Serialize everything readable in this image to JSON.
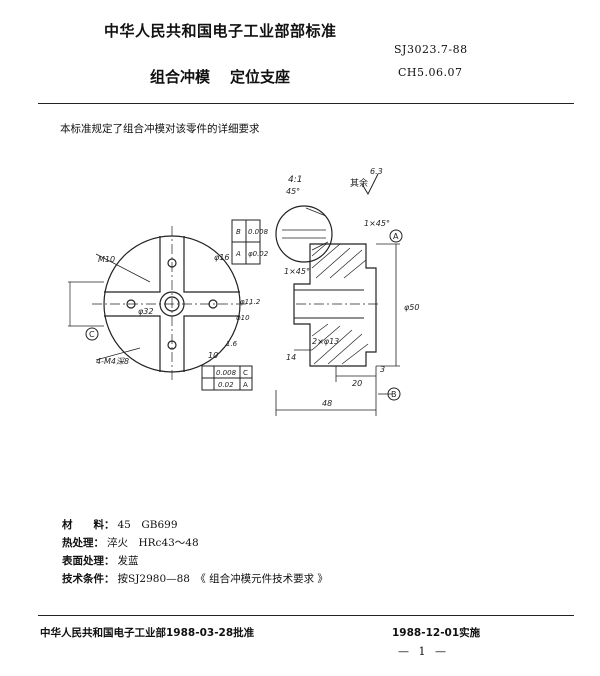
{
  "header": {
    "issuer": "中华人民共和国电子工业部部标准",
    "standard_no": "SJ3023.7-88",
    "class_no": "CH5.06.07"
  },
  "title": {
    "main": "组合冲模",
    "sub": "定位支座"
  },
  "intro": "本标准规定了组合冲模对该零件的详细要求",
  "drawing": {
    "scale": "4:1",
    "roughness_rest": "其余",
    "roughness_rest_value": "6.3",
    "roughness_hole": "1.6",
    "chamfer_1": "1×45°",
    "chamfer_2": "1×45°",
    "chamfer_angle": "45°",
    "thread_m10": "M10",
    "dia_32": "φ32",
    "dia_16": "φ16",
    "dia_10": "φ10",
    "dia_11_2": "φ11.2",
    "dia_50": "φ50",
    "dia_13": "2×φ13",
    "holes": "4-M4深8",
    "dim_14": "14",
    "dim_20": "20",
    "dim_48": "48",
    "dim_10": "10",
    "dim_3": "3",
    "datum_a": "A",
    "datum_b": "B",
    "datum_c": "C",
    "tol_perp_value": "0.008",
    "tol_perp_ref": "B",
    "tol_pos_value": "φ0.02",
    "tol_pos_ref": "A",
    "tol_flat_value": "0.008",
    "tol_flat_ref": "C",
    "tol_sym_value": "0.02",
    "tol_sym_ref": "A"
  },
  "specs": [
    {
      "label": "材　　料：",
      "value": "45　GB699"
    },
    {
      "label": "热处理：",
      "value": "淬火　HRc43～48"
    },
    {
      "label": "表面处理：",
      "value": "发蓝"
    },
    {
      "label": "技术条件：",
      "value": "按SJ2980—88　《 组合冲模元件技术要求 》"
    }
  ],
  "footer": {
    "approval": "中华人民共和国电子工业部1988-03-28批准",
    "effective": "1988-12-01实施",
    "page": "— 1 —"
  }
}
